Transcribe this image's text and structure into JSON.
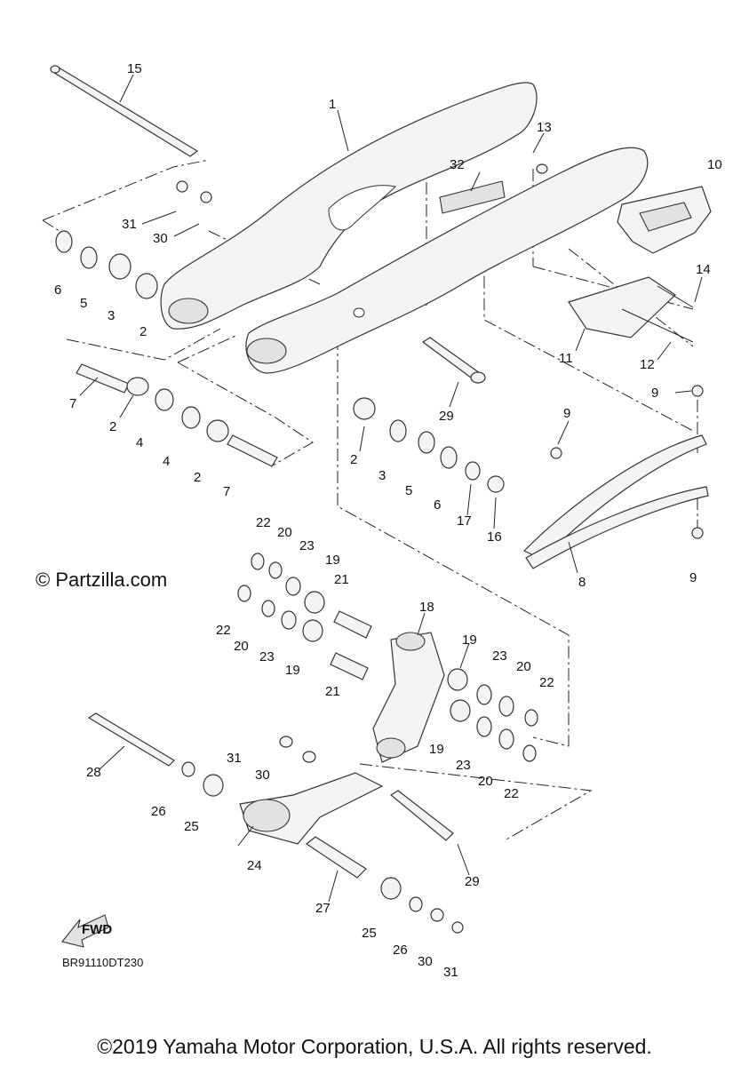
{
  "watermark": "© Partzilla.com",
  "diagram_code": "BR91110DT230",
  "fwd_label": "FWD",
  "copyright": "©2019 Yamaha Motor Corporation, U.S.A. All rights reserved.",
  "callouts": [
    {
      "id": "15",
      "label": "15"
    },
    {
      "id": "1",
      "label": "1"
    },
    {
      "id": "13",
      "label": "13"
    },
    {
      "id": "32",
      "label": "32"
    },
    {
      "id": "10",
      "label": "10"
    },
    {
      "id": "31a",
      "label": "31"
    },
    {
      "id": "30a",
      "label": "30"
    },
    {
      "id": "6a",
      "label": "6"
    },
    {
      "id": "5a",
      "label": "5"
    },
    {
      "id": "3a",
      "label": "3"
    },
    {
      "id": "2a",
      "label": "2"
    },
    {
      "id": "14",
      "label": "14"
    },
    {
      "id": "11",
      "label": "11"
    },
    {
      "id": "12",
      "label": "12"
    },
    {
      "id": "7a",
      "label": "7"
    },
    {
      "id": "2b",
      "label": "2"
    },
    {
      "id": "4a",
      "label": "4"
    },
    {
      "id": "4b",
      "label": "4"
    },
    {
      "id": "2c",
      "label": "2"
    },
    {
      "id": "7b",
      "label": "7"
    },
    {
      "id": "29a",
      "label": "29"
    },
    {
      "id": "9a",
      "label": "9"
    },
    {
      "id": "9b",
      "label": "9"
    },
    {
      "id": "2d",
      "label": "2"
    },
    {
      "id": "3b",
      "label": "3"
    },
    {
      "id": "5b",
      "label": "5"
    },
    {
      "id": "6b",
      "label": "6"
    },
    {
      "id": "17",
      "label": "17"
    },
    {
      "id": "16",
      "label": "16"
    },
    {
      "id": "8",
      "label": "8"
    },
    {
      "id": "9c",
      "label": "9"
    },
    {
      "id": "22a",
      "label": "22"
    },
    {
      "id": "20a",
      "label": "20"
    },
    {
      "id": "23a",
      "label": "23"
    },
    {
      "id": "19a",
      "label": "19"
    },
    {
      "id": "21a",
      "label": "21"
    },
    {
      "id": "22b",
      "label": "22"
    },
    {
      "id": "20b",
      "label": "20"
    },
    {
      "id": "23b",
      "label": "23"
    },
    {
      "id": "19b",
      "label": "19"
    },
    {
      "id": "18",
      "label": "18"
    },
    {
      "id": "21b",
      "label": "21"
    },
    {
      "id": "19c",
      "label": "19"
    },
    {
      "id": "23c",
      "label": "23"
    },
    {
      "id": "20c",
      "label": "20"
    },
    {
      "id": "22c",
      "label": "22"
    },
    {
      "id": "19d",
      "label": "19"
    },
    {
      "id": "23d",
      "label": "23"
    },
    {
      "id": "20d",
      "label": "20"
    },
    {
      "id": "22d",
      "label": "22"
    },
    {
      "id": "28",
      "label": "28"
    },
    {
      "id": "31b",
      "label": "31"
    },
    {
      "id": "30b",
      "label": "30"
    },
    {
      "id": "26a",
      "label": "26"
    },
    {
      "id": "25a",
      "label": "25"
    },
    {
      "id": "24",
      "label": "24"
    },
    {
      "id": "29b",
      "label": "29"
    },
    {
      "id": "27",
      "label": "27"
    },
    {
      "id": "25b",
      "label": "25"
    },
    {
      "id": "26b",
      "label": "26"
    },
    {
      "id": "30c",
      "label": "30"
    },
    {
      "id": "31c",
      "label": "31"
    }
  ]
}
